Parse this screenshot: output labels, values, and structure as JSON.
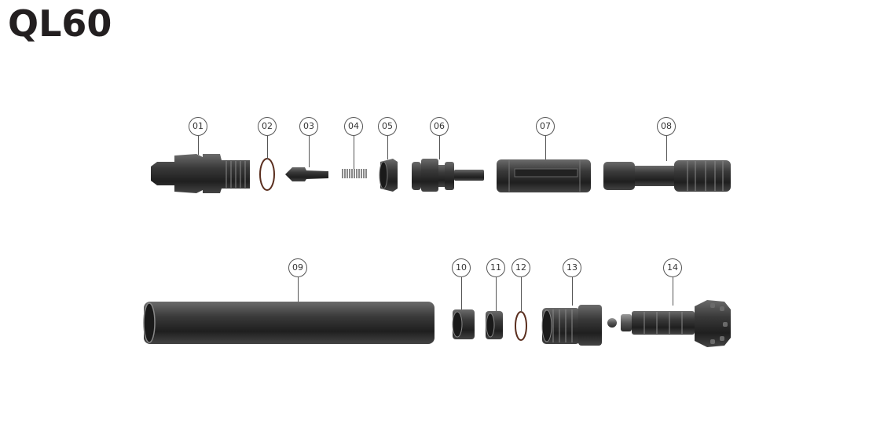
{
  "title": "QL60",
  "parts": [
    {
      "id": "01"
    },
    {
      "id": "02"
    },
    {
      "id": "03"
    },
    {
      "id": "04"
    },
    {
      "id": "05"
    },
    {
      "id": "06"
    },
    {
      "id": "07"
    },
    {
      "id": "08"
    },
    {
      "id": "09"
    },
    {
      "id": "10"
    },
    {
      "id": "11"
    },
    {
      "id": "12"
    },
    {
      "id": "13"
    },
    {
      "id": "14"
    }
  ],
  "colors": {
    "part_dark": "#2b2b2b",
    "part_mid": "#4a4a4a",
    "part_light": "#7a7a7a",
    "ring": "#5a2e1e"
  }
}
